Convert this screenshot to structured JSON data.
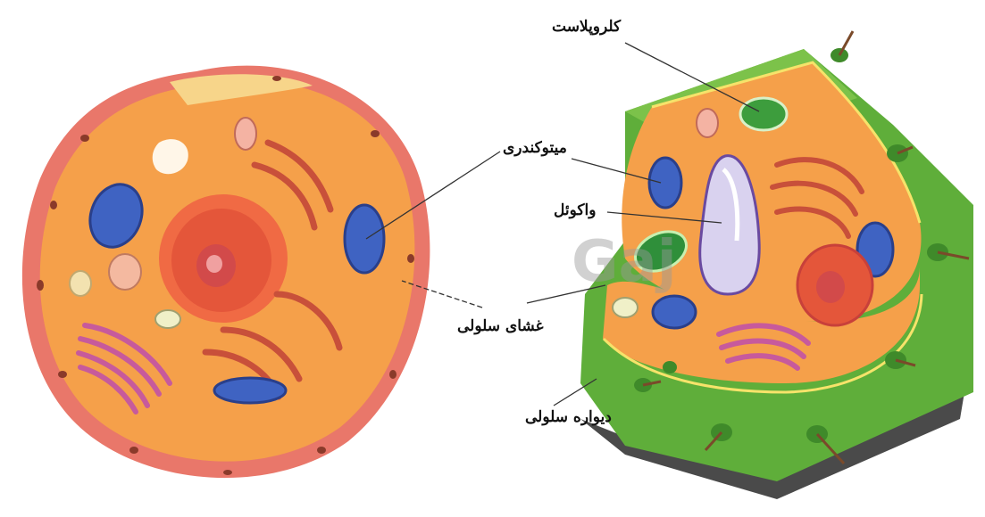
{
  "labels": {
    "chloroplast": "کلروپلاست",
    "mitochondria": "میتوکندری",
    "vacuole": "واکوئل",
    "cell_membrane": "غشای سلولی",
    "cell_wall": "دیواره سلولی"
  },
  "watermark": "Gaj",
  "colors": {
    "animal_cytoplasm": "#f5a04a",
    "animal_membrane_edge": "#e35a40",
    "plant_wall": "#5fae3a",
    "plant_wall_dark": "#3f8a2a",
    "plant_cytoplasm": "#f5a04a",
    "plant_base": "#4a4a4a",
    "nucleus": "#e4563a",
    "mitochondrion": "#3f63c2",
    "golgi": "#c75a9c",
    "er": "#c8503a",
    "vacuole": "#d9d2ef",
    "chloroplast": "#3d9d3d"
  }
}
